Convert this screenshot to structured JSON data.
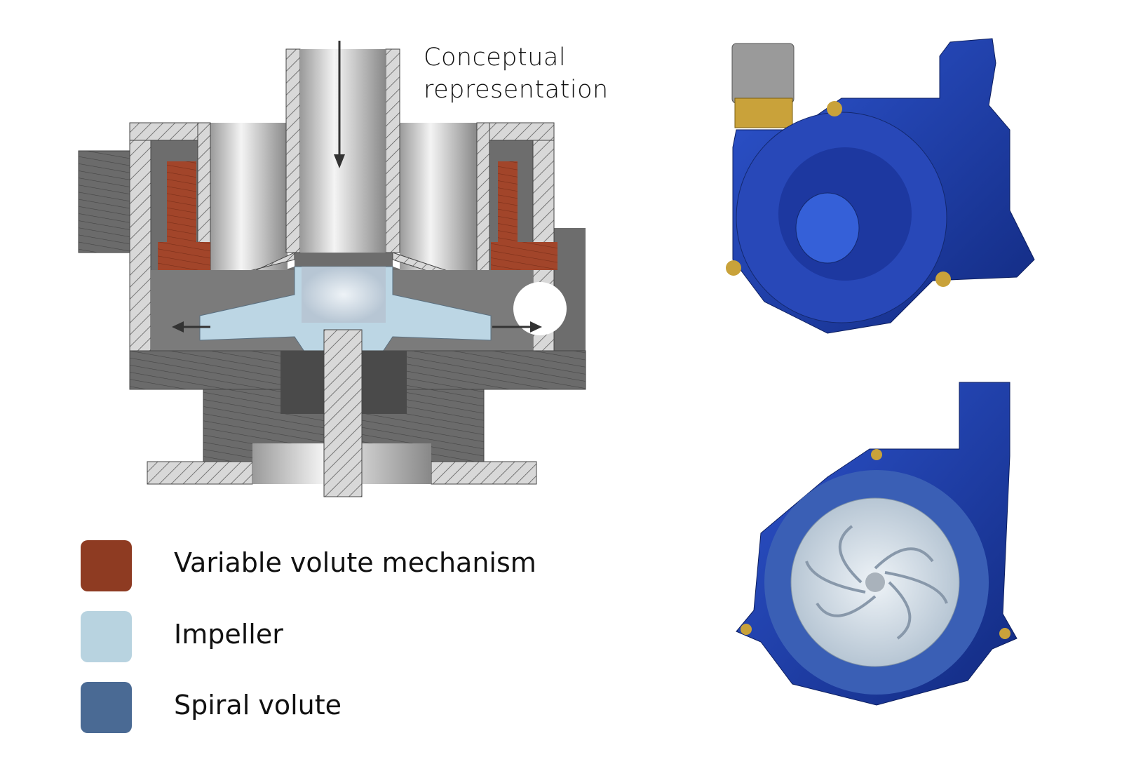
{
  "annotation": {
    "line1": "Conceptual",
    "line2": "representation"
  },
  "legend": [
    {
      "label": "Variable volute mechanism",
      "color": "#8e3b22"
    },
    {
      "label": "Impeller",
      "color": "#b8d3e0"
    },
    {
      "label": "Spiral volute",
      "color": "#4a6a94"
    }
  ],
  "colors": {
    "housing": "#8a8a8a",
    "pump_blue": "#1f3fa8",
    "brass": "#c9a23a"
  }
}
